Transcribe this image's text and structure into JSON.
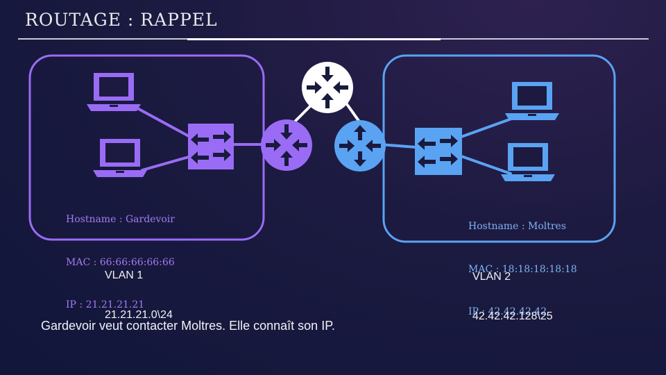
{
  "slide": {
    "title": "ROUTAGE : RAPPEL",
    "caption": "Gardevoir veut contacter Moltres. Elle connaît son IP."
  },
  "hosts": {
    "left": {
      "hostname_line": "Hostname : Gardevoir",
      "mac_line": "MAC : 66:66:66:66:66",
      "ip_line": "IP : 21.21.21.21"
    },
    "right": {
      "hostname_line": "Hostname : Moltres",
      "mac_line": "MAC : 18:18:18:18:18",
      "ip_line": "IP : 42.42.42.42"
    }
  },
  "vlans": {
    "left": {
      "name": "VLAN 1",
      "subnet": "21.21.21.0\\24"
    },
    "right": {
      "name": "VLAN 2",
      "subnet": "42.42.42.128\\25"
    }
  },
  "colors": {
    "vlan1": "#9a6cf5",
    "vlan2": "#5aa3f3",
    "core": "#ffffff",
    "background": "#1a1a3e"
  },
  "icons": {
    "computer": "laptop-icon",
    "switch": "switch-icon",
    "router": "router-icon"
  }
}
